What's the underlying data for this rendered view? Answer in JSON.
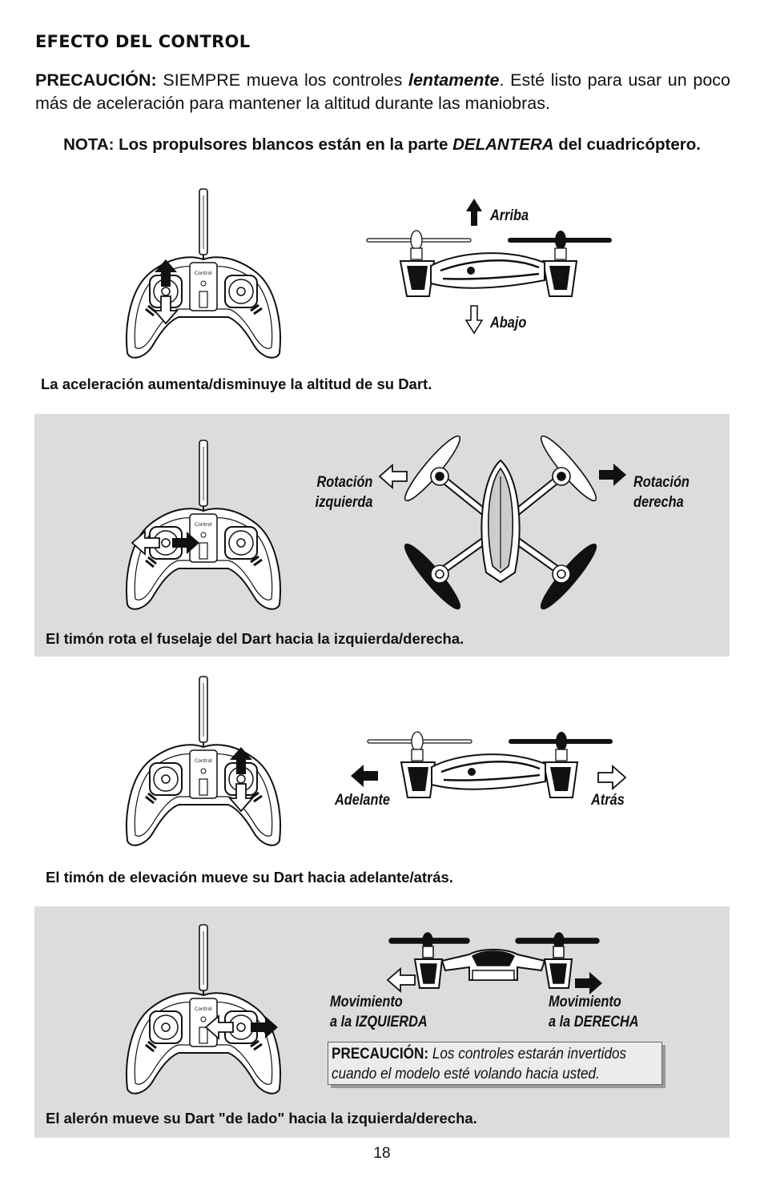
{
  "section_title": "EFECTO DEL CONTROL",
  "caution": {
    "label": "PRECAUCIÓN:",
    "text_before": " SIEMPRE mueva los controles ",
    "emphasis": "lentamente",
    "text_after": ". Esté listo para usar un poco más de aceleración para mantener la altitud durante las maniobras."
  },
  "note": {
    "text_before": "NOTA: Los propulsores blancos están en la parte ",
    "emphasis": "DELANTERA",
    "text_after": " del cuadricóptero."
  },
  "throttle": {
    "up_label": "Arriba",
    "down_label": "Abajo",
    "caption": "La aceleración aumenta/disminuye la altitud de su Dart."
  },
  "rudder": {
    "left_label": "Rotación\nizquierda",
    "right_label": "Rotación\nderecha",
    "caption": "El timón rota el fuselaje del Dart hacia la izquierda/derecha."
  },
  "elevator": {
    "forward_label": "Adelante",
    "back_label": "Atrás",
    "caption": "El timón de elevación mueve su Dart hacia adelante/atrás."
  },
  "aileron": {
    "left_label": "Movimiento\na la IZQUIERDA",
    "right_label": "Movimiento\na la DERECHA",
    "warning_label": "PRECAUCIÓN:",
    "warning_text": " Los controles estarán invertidos",
    "warning_text2": "cuando el modelo esté volando hacia usted.",
    "caption": "El alerón mueve su Dart \"de lado\" hacia la izquierda/derecha."
  },
  "controller_brand": "Control",
  "page_number": "18",
  "colors": {
    "panel": "#dcdcde",
    "ink": "#111111"
  }
}
